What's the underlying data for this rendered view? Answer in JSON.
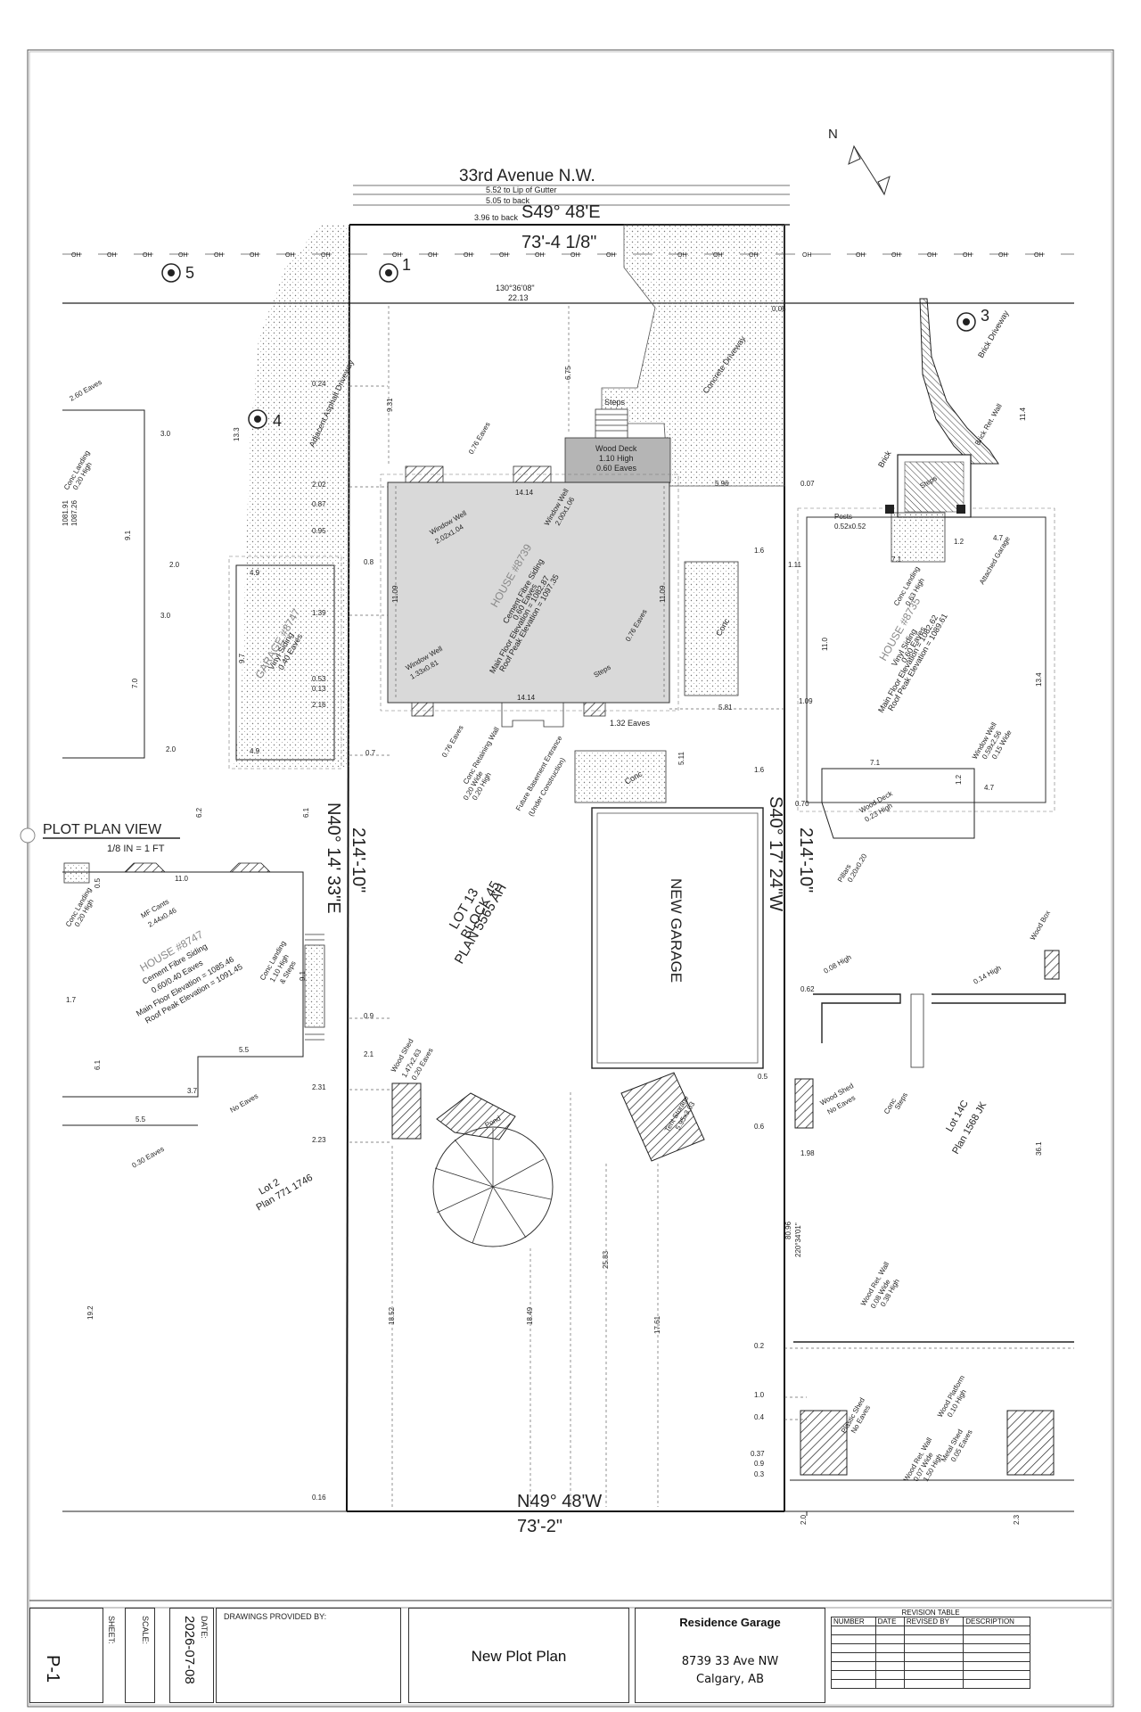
{
  "north": "N",
  "street": {
    "name": "33rd Avenue N.W.",
    "lip_note": "5.52 to Lip of Gutter",
    "back_note_1": "5.05 to back",
    "back_note_2": "3.96 to back"
  },
  "bearings": {
    "north": "S49° 48'E",
    "north_length": "73'-4 1/8\"",
    "south": "N49° 48'W",
    "south_length": "73'-2\"",
    "west": "N40° 14' 33\"E",
    "west_length": "214'-10\"",
    "east": "S40° 17' 24\"W",
    "east_length": "214'-10\""
  },
  "curve_note": "130°36'08\"",
  "curve_value": "22.13",
  "photo_markers": [
    "1",
    "3",
    "4",
    "5"
  ],
  "plot_view": {
    "title": "PLOT PLAN VIEW",
    "scale": "1/8 IN = 1 FT"
  },
  "lot": {
    "line1": "LOT 13",
    "line2": "BLOCK 45",
    "line3": "PLAN 5565 AH"
  },
  "house8739": {
    "title": "HOUSE #8739",
    "line1": "Cement Fibre Siding",
    "line2": "0.60 Eaves",
    "line3": "Main Floor Elevation = 1082.87",
    "line4": "Roof Peak Elevation = 1097.35"
  },
  "house8735": {
    "title": "HOUSE #8735",
    "line1": "Vinyl Siding",
    "line2": "0.60 Eaves",
    "line3": "Main Floor Elevation = 1082.62",
    "line4": "Roof Peak Elevation = 1089.61"
  },
  "house8747": {
    "title": "HOUSE #8747",
    "line1": "Cement Fibre Siding",
    "line2": "0.60/0.40 Eaves",
    "line3": "Main Floor Elevation = 1085.46",
    "line4": "Roof Peak Elevation = 1091.45"
  },
  "garage8747": {
    "title": "GARAGE #8747",
    "line1": "Vinyl Siding",
    "line2": "0.40 Eaves"
  },
  "new_garage": "NEW GARAGE",
  "labels": {
    "wood_deck": "Wood Deck",
    "wood_deck_h": "1.10 High",
    "wood_deck_e": "0.60 Eaves",
    "steps": "Steps",
    "concrete_driveway": "Concrete Driveway",
    "adjacent_driveway": "Adjacent Asphalt Driveway",
    "window_wall_1": "Window Well",
    "window_wall_1b": "2.02x1.04",
    "window_wall_2": "Window Well",
    "window_wall_2b": "2.00x1.06",
    "window_wall_3": "Window Well",
    "window_wall_3b": "1.33x0.81",
    "eaves_076": "0.76 Eaves",
    "eaves_132": "1.32 Eaves",
    "conc": "Conc",
    "conc_retaining": "Conc Retaining Wall",
    "conc_retaining_b": "0.20 Wide",
    "conc_retaining_c": "0.20 High",
    "future_entrance": "Future Basement Entrance",
    "under_construction": "(Under Construction)",
    "wood_shed": "Wood Shed",
    "wood_shed_b": "1.47x2.63",
    "wood_shed_c": "0.20 Eaves",
    "pond": "Pond",
    "tent_storage": "Tent Storage",
    "tent_storage_b": "5.95x3.03",
    "brick_driveway": "Brick Driveway",
    "brick": "Brick",
    "brick_ret_wall": "Brick Ret. Wall",
    "posts": "Posts",
    "posts_b": "0.52x0.52",
    "conc_landing": "Conc Landing",
    "conc_landing_b": "0.63 High",
    "attached_garage": "Attached Garage",
    "wood_deck_8735": "Wood Deck",
    "wood_deck_8735_b": "0.23 High",
    "pillars": "Pillars",
    "pillars_b": "0.20x0.20",
    "window_well_8735": "Window Well",
    "window_well_8735_b": "0.59x2.56",
    "window_well_8735_c": "0.15 Wide",
    "wood_box": "Wood Box",
    "lot14c": "Lot 14C",
    "lot14c_plan": "Plan 1568 JK",
    "lot2": "Lot 2",
    "lot2_plan": "Plan 771 1746",
    "mf_cants": "MF Cants",
    "mf_cants_b": "2.44x0.46",
    "conc_landing_8747": "Conc Landing",
    "conc_landing_8747_b": "1.10 High",
    "conc_landing_8747_c": "& Steps",
    "no_eaves": "No Eaves",
    "eaves_030": "0.30 Eaves",
    "plastic_shed": "Plastic Shed",
    "plastic_shed_b": "No Eaves",
    "wood_platform": "Wood Platform",
    "wood_platform_b": "0.10 High",
    "metal_shed": "Metal Shed",
    "metal_shed_b": "0.05 Eaves",
    "wood_ret_wall": "Wood Ret. Wall",
    "wood_ret_wall_b": "0.08 Wide",
    "wood_ret_wall_c": "0.38 High",
    "wood_ret_wall2_b": "0.07 Wide",
    "wood_ret_wall2_c": "1.50 High",
    "conc_landing_w": "Conc Landing",
    "conc_landing_w_b": "0.20 High"
  },
  "dims": {
    "d006": "0.06",
    "d024": "0.24",
    "d931": "9.31",
    "d675": "6.75",
    "d133": "13.3",
    "d202": "2.02",
    "d087": "0.87",
    "d095": "0.95",
    "d08": "0.8",
    "d139": "1.39",
    "d097": "9.7",
    "d053": "0.53",
    "d013": "0.13",
    "d216": "2.16",
    "d07": "0.7",
    "d1109a": "11.09",
    "d1109b": "11.09",
    "d1414a": "14.14",
    "d1414b": "14.14",
    "d596": "5.96",
    "d007": "0.07",
    "d16a": "1.6",
    "d111": "1.11",
    "d581": "5.81",
    "d109": "1.09",
    "d511": "5.11",
    "d16b": "1.6",
    "d070": "0.70",
    "d110": "11.0",
    "d114": "11.4",
    "d47": "4.7",
    "d12": "1.2",
    "d71": "7.1",
    "d134": "13.4",
    "d71b": "7.1",
    "d12b": "1.2",
    "d47b": "4.7",
    "d30a": "3.0",
    "d20a": "2.0",
    "d30b": "3.0",
    "d91": "9.1",
    "d70": "7.0",
    "d20b": "2.0",
    "d49a": "4.9",
    "d49b": "4.9",
    "d62": "6.2",
    "d61": "6.1",
    "d110b": "11.0",
    "d05": "0.5",
    "d17": "1.7",
    "d61b": "6.1",
    "d55a": "5.5",
    "d55b": "5.5",
    "d37": "3.7",
    "d192": "19.2",
    "d09": "0.9",
    "d21": "2.1",
    "d231": "2.31",
    "d223": "2.23",
    "d1852": "18.52",
    "d1849": "18.49",
    "d2583": "25.83",
    "d1761": "17.61",
    "d062": "0.62",
    "d05b": "0.5",
    "d06": "0.6",
    "d198": "1.98",
    "d361": "36.1",
    "d02": "0.2",
    "d10": "1.0",
    "d04": "0.4",
    "d037": "0.37",
    "d09b": "0.9",
    "d03": "0.3",
    "d016": "0.16",
    "d20c": "2.0",
    "d23": "2.3",
    "d8096": "80.96",
    "d220": "220°34'01\"",
    "d008h": "0.08 High",
    "d014h": "0.14 High",
    "d91b": "9.1",
    "e1081_91": "1081.91",
    "e1087_26": "1087.26",
    "d260": "2.60 Eaves"
  },
  "title_block": {
    "sheet_label": "SHEET:",
    "sheet": "P-1",
    "scale_label": "SCALE:",
    "date_label": "DATE:",
    "date": "2026-07-08",
    "drawings_label": "DRAWINGS PROVIDED BY:",
    "drawing_title": "New Plot Plan",
    "project": "Residence Garage",
    "address1": "8739 33 Ave NW",
    "address2": "Calgary, AB",
    "revision_title": "REVISION TABLE",
    "rev_cols": [
      "NUMBER",
      "DATE",
      "REVISED BY",
      "DESCRIPTION"
    ]
  }
}
